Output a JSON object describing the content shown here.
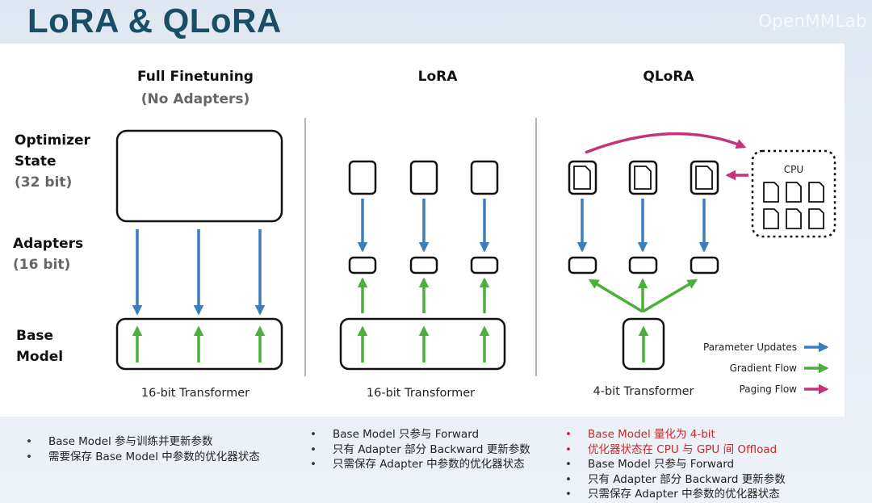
{
  "title": "LoRA & QLoRA",
  "watermark": "OpenMMLab",
  "columns": {
    "full": {
      "title": "Full Finetuning",
      "subtitle": "(No Adapters)",
      "footer": "16-bit Transformer"
    },
    "lora": {
      "title": "LoRA",
      "footer": "16-bit Transformer"
    },
    "qlora": {
      "title": "QLoRA",
      "footer": "4-bit Transformer",
      "cpu_label": "CPU"
    }
  },
  "row_labels": {
    "optimizer": {
      "line1": "Optimizer",
      "line2": "State",
      "bits": "(32 bit)"
    },
    "adapters": {
      "line1": "Adapters",
      "bits": "(16 bit)"
    },
    "base": {
      "line1": "Base",
      "line2": "Model"
    }
  },
  "legend": [
    {
      "label": "Parameter Updates",
      "color": "#3b7dbd"
    },
    {
      "label": "Gradient Flow",
      "color": "#4caf3b"
    },
    {
      "label": "Paging Flow",
      "color": "#c43278"
    }
  ],
  "notes": {
    "full": [
      {
        "text": "Base Model 参与训练并更新参数",
        "highlight": false
      },
      {
        "text": "需要保存 Base Model 中参数的优化器状态",
        "highlight": false
      }
    ],
    "lora": [
      {
        "text": "Base Model 只参与 Forward",
        "highlight": false
      },
      {
        "text": "只有 Adapter 部分 Backward 更新参数",
        "highlight": false
      },
      {
        "text": "只需保存 Adapter 中参数的优化器状态",
        "highlight": false
      }
    ],
    "qlora": [
      {
        "text": "Base Model 量化为 4-bit",
        "highlight": true
      },
      {
        "text": "优化器状态在 CPU 与 GPU 间 Offload",
        "highlight": true
      },
      {
        "text": "Base Model 只参与 Forward",
        "highlight": false
      },
      {
        "text": "只有 Adapter 部分 Backward 更新参数",
        "highlight": false
      },
      {
        "text": "只需保存 Adapter 中参数的优化器状态",
        "highlight": false
      }
    ]
  },
  "colors": {
    "title": "#1a4e66",
    "param_updates": "#3b7dbd",
    "gradient": "#4caf3b",
    "paging": "#c43278",
    "highlight_text": "#c8282c"
  }
}
